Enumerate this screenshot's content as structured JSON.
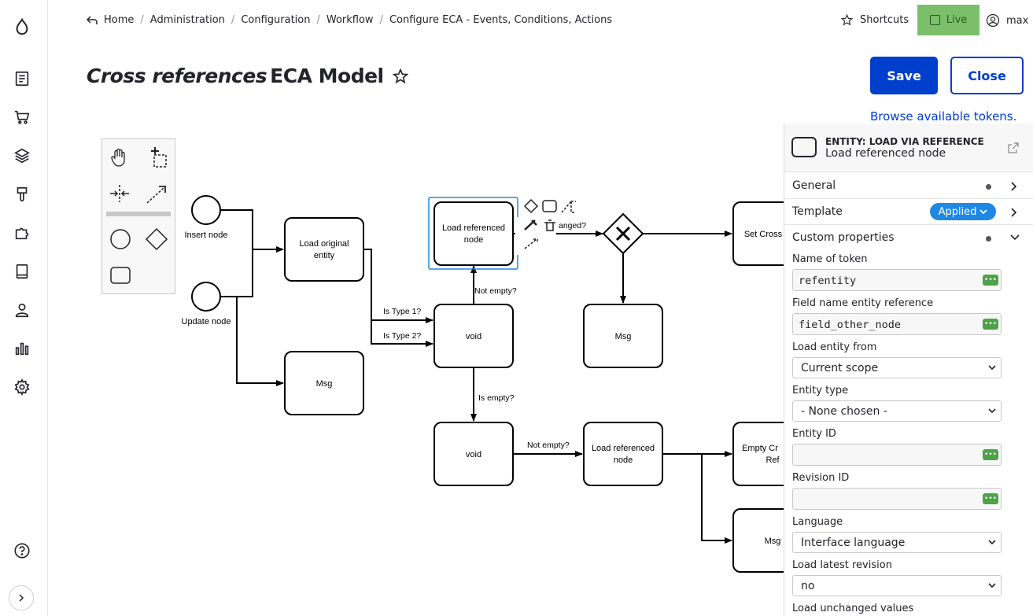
{
  "breadcrumb": {
    "home": "Home",
    "items": [
      "Administration",
      "Configuration",
      "Workflow",
      "Configure ECA - Events, Conditions, Actions"
    ]
  },
  "toolbar": {
    "shortcuts": "Shortcuts",
    "live": "Live",
    "user": "max"
  },
  "page": {
    "title_italic": "Cross references",
    "title_rest": "ECA Model",
    "save": "Save",
    "close": "Close",
    "browse_tokens": "Browse available tokens."
  },
  "diagram": {
    "events": [
      {
        "label": "Insert node"
      },
      {
        "label": "Update node"
      }
    ],
    "tasks": {
      "load_original": [
        "Load original",
        "entity"
      ],
      "msg1": "Msg",
      "load_ref_selected": [
        "Load referenced",
        "node"
      ],
      "void1": "void",
      "void2": "void",
      "msg2": "Msg",
      "load_ref2": [
        "Load referenced",
        "node"
      ],
      "set_cross": "Set Cross",
      "empty_cr": [
        "Empty Cr",
        "Ref"
      ],
      "msg3": "Msg"
    },
    "flow_labels": {
      "is_type1": "Is Type 1?",
      "is_type2": "Is Type 2?",
      "not_empty1": "Not empty?",
      "is_empty": "Is empty?",
      "not_empty2": "Not empty?",
      "changed": "anged?"
    }
  },
  "panel": {
    "header_type": "ENTITY: LOAD VIA REFERENCE",
    "header_name": "Load referenced node",
    "groups": {
      "general": "General",
      "template": "Template",
      "applied": "Applied",
      "custom": "Custom properties"
    },
    "fields": {
      "token_name_label": "Name of token",
      "token_name_value": "refentity",
      "field_name_label": "Field name entity reference",
      "field_name_value": "field_other_node",
      "load_from_label": "Load entity from",
      "load_from_value": "Current scope",
      "entity_type_label": "Entity type",
      "entity_type_value": "- None chosen -",
      "entity_id_label": "Entity ID",
      "entity_id_value": "",
      "revision_id_label": "Revision ID",
      "revision_id_value": "",
      "language_label": "Language",
      "language_value": "Interface language",
      "latest_revision_label": "Load latest revision",
      "latest_revision_value": "no",
      "unchanged_label": "Load unchanged values"
    }
  },
  "colors": {
    "primary": "#003ecc",
    "live_bg": "#7bbf6a",
    "applied_bg": "#1e88e5",
    "token_green": "#4ea24a",
    "selection": "#1e88e5"
  }
}
